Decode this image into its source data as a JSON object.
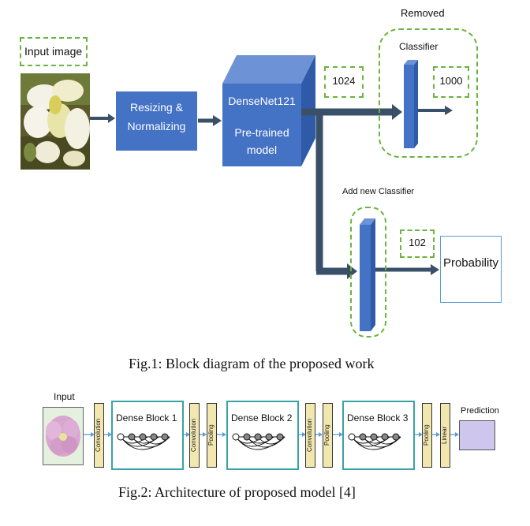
{
  "fig1": {
    "input_label": "Input image",
    "resize_line1": "Resizing &",
    "resize_line2": "Normalizing",
    "densenet_line1": "DenseNet121",
    "densenet_line2": "Pre-trained",
    "densenet_line3": "model",
    "removed_label": "Removed",
    "classifier_label": "Classifier",
    "dim_1024": "1024",
    "dim_1000": "1000",
    "add_new_label": "Add new Classifier",
    "dim_102": "102",
    "probability_label": "Probability",
    "caption": "Fig.1: Block diagram of the proposed work",
    "colors": {
      "blue": "#4472c4",
      "dark_arrow": "#3a5068",
      "green_dash": "#6cb33f",
      "prob_border": "#5b9bd5"
    }
  },
  "fig2": {
    "input_label": "Input",
    "conv1": "Convolution",
    "dense1": "Dense Block 1",
    "conv2": "Convolution",
    "pool2": "Pooling",
    "dense2": "Dense Block 2",
    "conv3": "Convolution",
    "pool3": "Pooling",
    "dense3": "Dense Block 3",
    "pool4": "Pooling",
    "linear": "Linear",
    "prediction_label": "Prediction",
    "caption": "Fig.2: Architecture of proposed model [4]",
    "colors": {
      "teal": "#39a3a3",
      "layer_fill": "#f3e7b0",
      "pred_fill": "#cfc6ee"
    }
  }
}
